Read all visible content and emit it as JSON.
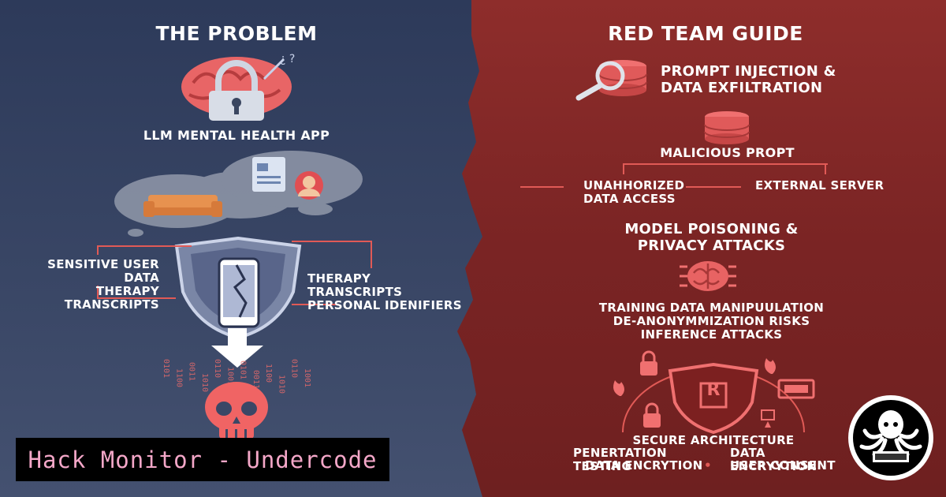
{
  "left": {
    "heading": "THE PROBLEM",
    "app_label": "LLM MENTAL HEALTH APP",
    "left_labels": [
      "SENSITIVE USER DATA",
      "THERAPY TRANSCRIPTS"
    ],
    "right_labels": [
      "THERAPY TRANSCRIPTS",
      "PERSONAL IDENIFIERS"
    ],
    "binary_columns": [
      "0101",
      "1100",
      "0011",
      "1010",
      "0110",
      "1001",
      "0101",
      "0011",
      "1100",
      "1010",
      "0110",
      "1001"
    ]
  },
  "right": {
    "heading": "RED TEAM GUIDE",
    "injection_label": [
      "PROMPT INJECTION &",
      "DATA EXFILTRATION"
    ],
    "malicious_label": "MALICIOUS PROPT",
    "unauthorized_label": [
      "UNAHHORIZED",
      "DATA ACCESS"
    ],
    "external_label": "EXTERNAL SERVER",
    "poisoning_label": [
      "MODEL POISONING &",
      "PRIVACY ATTACKS"
    ],
    "attack_list": [
      "TRAINING DATA MANIPUULATION",
      "DE-ANONYMMIZATION RISKS",
      "INFERENCE ATTACKS"
    ],
    "shield_letter": "R",
    "secure_label": "SECURE ARCHITECTURE",
    "pen_label": "PENERTATION TESTING",
    "enc_label": "DATA ENCRYYTION",
    "enc2_label": "DATA ENCRYTION",
    "consent_label": "USER CONSENT",
    "dot": "•"
  },
  "watermark": "Hack Monitor - Undercode",
  "colors": {
    "left_bg": "#2d3a5a",
    "right_bg": "#8e2d2b",
    "accent_red": "#e15a56",
    "watermark_text": "#f4a7c8"
  }
}
